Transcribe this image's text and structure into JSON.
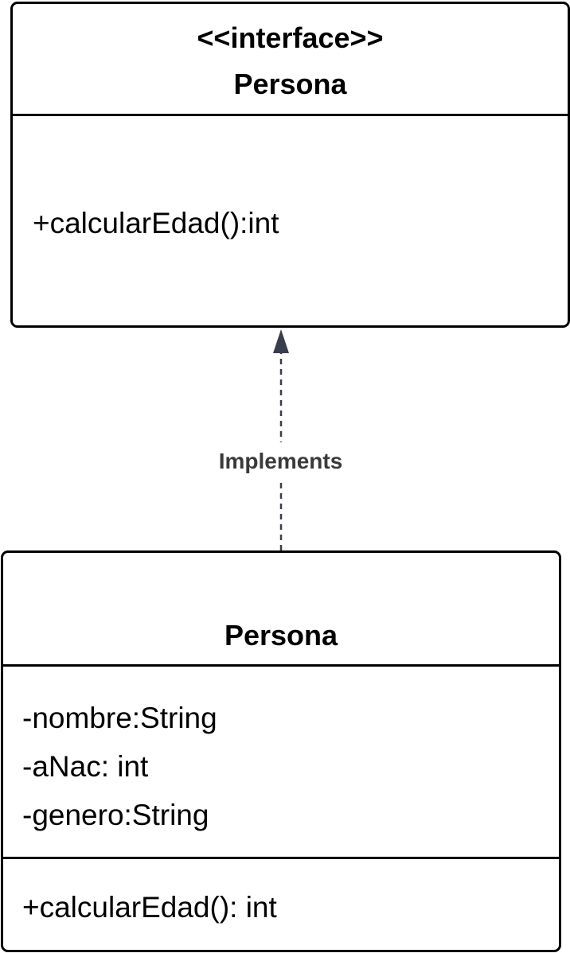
{
  "interface": {
    "stereotype": "<<interface>>",
    "name": "Persona",
    "methods": [
      "+calcularEdad():int"
    ]
  },
  "class": {
    "name": "Persona",
    "attributes": [
      "-nombre:String",
      "-aNac: int",
      "-genero:String"
    ],
    "methods": [
      "+calcularEdad(): int"
    ]
  },
  "relationship": {
    "label": "Implements",
    "type": "realization",
    "style": "dashed",
    "line_color": "#3a3d4a"
  },
  "colors": {
    "border": "#000000",
    "background": "#ffffff",
    "label_text": "#3a3a3a"
  }
}
